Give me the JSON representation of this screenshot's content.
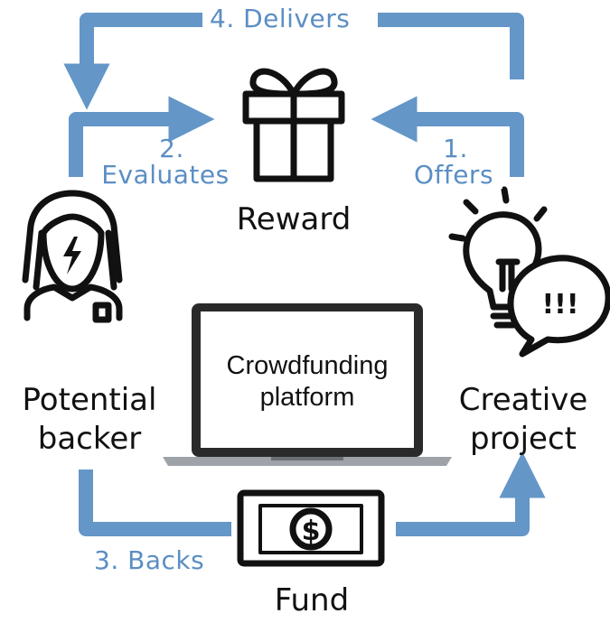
{
  "steps": {
    "delivers": "4. Delivers",
    "evaluates_num": "2.",
    "evaluates": "Evaluates",
    "offers_num": "1.",
    "offers": "Offers",
    "backs": "3. Backs"
  },
  "nodes": {
    "reward": "Reward",
    "backer_line1": "Potential",
    "backer_line2": "backer",
    "project_line1": "Creative",
    "project_line2": "project",
    "fund": "Fund",
    "platform_line1": "Crowdfunding",
    "platform_line2": "platform",
    "fund_symbol": "$",
    "bubble_text": "!!!"
  },
  "colors": {
    "arrow": "#6496c8",
    "label": "#5b8ec4",
    "icon_stroke": "#111111"
  }
}
